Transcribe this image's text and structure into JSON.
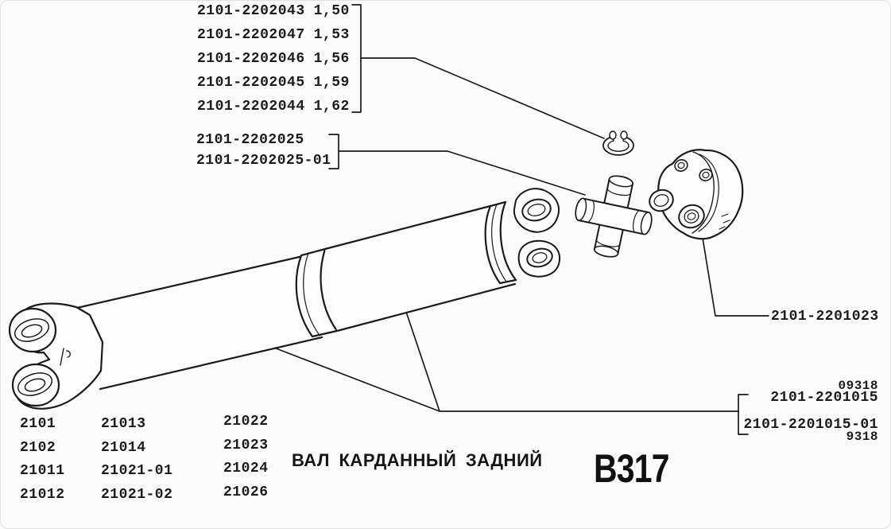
{
  "figure": {
    "caption": "ВАЛ КАРДАННЫЙ ЗАДНИЙ",
    "code": "B317"
  },
  "callouts": {
    "shaft_variants": {
      "items": [
        {
          "part": "2101-2202043",
          "value": "1,50"
        },
        {
          "part": "2101-2202047",
          "value": "1,53"
        },
        {
          "part": "2101-2202046",
          "value": "1,56"
        },
        {
          "part": "2101-2202045",
          "value": "1,59"
        },
        {
          "part": "2101-2202044",
          "value": "1,62"
        }
      ]
    },
    "ujoint": {
      "items": [
        {
          "part": "2101-2202025"
        },
        {
          "part": "2101-2202025-01"
        }
      ]
    },
    "flange": {
      "part": "2101-2201023"
    },
    "assembly": {
      "code_top": "09318",
      "part_1": "2101-2201015",
      "part_2": "2101-2201015-01",
      "code_bottom": "9318"
    }
  },
  "applicability": {
    "col1": [
      "2101",
      "2102",
      "21011",
      "21012"
    ],
    "col2": [
      "21013",
      "21014",
      "21021-01",
      "21021-02"
    ],
    "col3": [
      "21022",
      "21023",
      "21024",
      "21026"
    ]
  },
  "drawing": {
    "ink": "#1b1b1b",
    "parts": {
      "shaft": "rear-propeller-shaft",
      "snap_ring": "snap-ring",
      "cross": "universal-joint-cross",
      "flange": "flange-yoke"
    }
  }
}
